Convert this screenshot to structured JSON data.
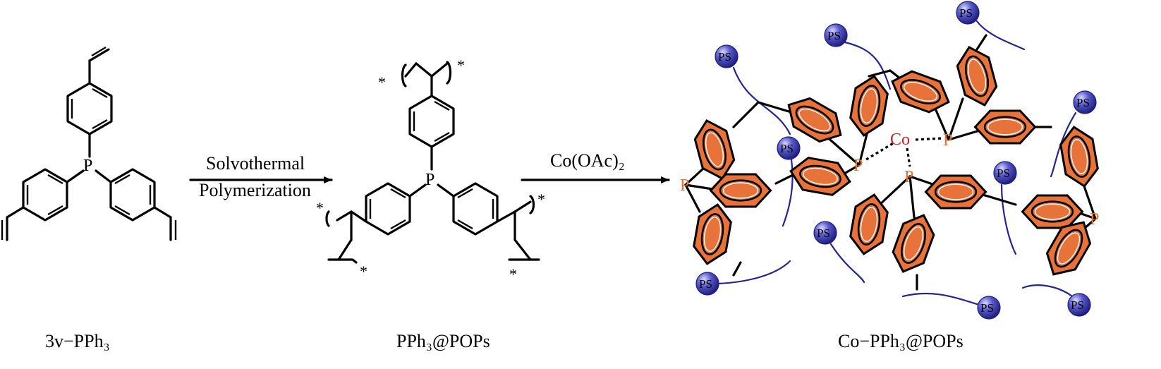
{
  "labels": {
    "compound1": "3v−PPh₃",
    "compound2": "PPh₃@POPs",
    "compound3": "Co−PPh₃@POPs"
  },
  "arrows": {
    "step1_line1": "Solvothermal",
    "step1_line2": "Polymerization",
    "step2": "Co(OAc)₂"
  },
  "atoms": {
    "phosphorus": "P",
    "cobalt": "Co",
    "polymer_end": "*",
    "support": "PS"
  },
  "colors": {
    "phosphorus_orange": "#e8732f",
    "ring_fill": "#e8733a",
    "cobalt_red": "#d42020",
    "ps_sphere": "#3a3ab0",
    "chain_blue": "#25258f"
  }
}
